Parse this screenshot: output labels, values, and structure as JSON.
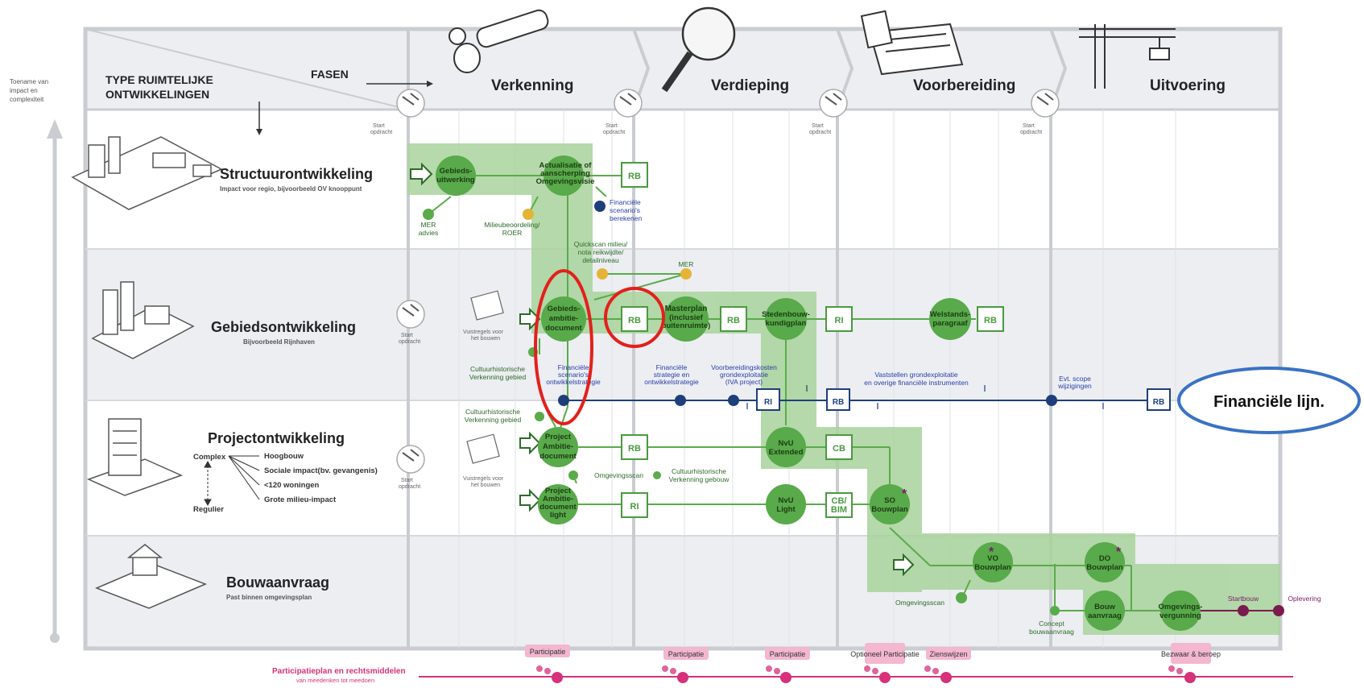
{
  "header": {
    "type_label": [
      "TYPE RUIMTELIJKE",
      "ONTWIKKELINGEN"
    ],
    "fasen_label": "FASEN",
    "axis_label": [
      "Toename van",
      "impact en",
      "complexiteit"
    ],
    "phases": [
      "Verkenning",
      "Verdieping",
      "Voorbereiding",
      "Uitvoering"
    ],
    "start_label": [
      "Start",
      "opdracht"
    ]
  },
  "rows": {
    "structuur": {
      "title": "Structuurontwikkeling",
      "subtitle": "Impact voor regio, bijvoorbeeld OV knooppunt"
    },
    "gebied": {
      "title": "Gebiedsontwikkeling",
      "subtitle": "Bijvoorbeeld Rijnhaven"
    },
    "project": {
      "title": "Projectontwikkeling",
      "complex": "Complex",
      "regulier": "Regulier",
      "items": [
        "Hoogbouw",
        "Sociale impact(bv. gevangenis)",
        "<120 woningen",
        "Grote milieu-impact"
      ]
    },
    "bouw": {
      "title": "Bouwaanvraag",
      "subtitle": "Past binnen omgevingsplan"
    }
  },
  "nodes": {
    "gebiedsuitwerking": [
      "Gebieds-",
      "uitwerking"
    ],
    "actualisatie": [
      "Actualisatie of",
      "aanscherping",
      "Omgevingsvisie"
    ],
    "gebiedsambitie": [
      "Gebieds-",
      "ambitie-",
      "document"
    ],
    "masterplan": [
      "Masterplan",
      "(inclusief",
      "buitenruimte)"
    ],
    "stedenbouw": [
      "Stedenbouw-",
      "kundigplan"
    ],
    "welstand": [
      "Welstands-",
      "paragraaf"
    ],
    "project_ambitie": [
      "Project",
      "Ambitie-",
      "document"
    ],
    "project_ambitie_light": [
      "Project",
      "Ambitie-",
      "document",
      "light"
    ],
    "nvu_extended": [
      "NvU",
      "Extended"
    ],
    "nvu_light": [
      "NvU",
      "Light"
    ],
    "so_bouwplan": [
      "SO",
      "Bouwplan"
    ],
    "vo_bouwplan": [
      "VO",
      "Bouwplan"
    ],
    "do_bouwplan": [
      "DO",
      "Bouwplan"
    ],
    "bouwaanvraag": [
      "Bouw",
      "aanvraag"
    ],
    "omgevingsvergunning": [
      "Omgevings-",
      "vergunning"
    ]
  },
  "boxes": {
    "rb": "RB",
    "ri": "RI",
    "cb": "CB",
    "cb_bim": [
      "CB/",
      "BIM"
    ]
  },
  "annotations": {
    "mer_advies": [
      "MER",
      "advies"
    ],
    "milieubeoordeling": [
      "Milieubeoordeling/",
      "ROER"
    ],
    "financiele_scenarios_berekenen": [
      "Financiële",
      "scenario's",
      "berekenen"
    ],
    "quickscan": [
      "Quickscan milieu/",
      "nota reikwijdte/",
      "detailniveau"
    ],
    "mer": "MER",
    "vuistregels": [
      "Vuistregels voor",
      "het bouwen"
    ],
    "cultuur_gebied": [
      "Cultuurhistorische",
      "Verkenning gebied"
    ],
    "fin_scenarios_strategie": [
      "Financiële",
      "scenario's",
      "ontwikkelstrategie"
    ],
    "fin_strategie": [
      "Financiële",
      "strategie en",
      "ontwikkelstrategie"
    ],
    "voorbereidingskosten": [
      "Voorbereidingskosten",
      "grondexploitatie",
      "(IVA project)"
    ],
    "vaststellen": [
      "Vaststellen grondexploitatie",
      "en overige financiële instrumenten"
    ],
    "evt_scope": [
      "Evt. scope",
      "wijzigingen"
    ],
    "omgevingsscan": "Omgevingsscan",
    "cultuur_gebouw": [
      "Cultuurhistorische",
      "Verkenning gebouw"
    ],
    "concept_bouwaanvraag": [
      "Concept",
      "bouwaanvraag"
    ],
    "startbouw": "Startbouw",
    "oplevering": "Oplevering"
  },
  "participation": {
    "line_title": "Participatieplan en rechtsmiddelen",
    "line_sub": "van meedenken tot meedoen",
    "tags": [
      "Participatie",
      "Participatie",
      "Participatie",
      "Optioneel Participatie",
      "Zienswijzen",
      "Bezwaar & beroep"
    ]
  },
  "callout": {
    "text": "Financiële lijn."
  },
  "colors": {
    "green_band": "#a9d39c",
    "green_node": "#58aa4a",
    "green_line": "#5aab4a",
    "blue_line": "#1f3f7a",
    "blue_text": "#2a40a8",
    "pink": "#d6317a",
    "pink_tag": "#f3b7d0",
    "red_highlight": "#e3201b",
    "callout_blue": "#3a72c4",
    "row_gray": "#eceef2",
    "frame_gray": "#c9ccd1"
  }
}
